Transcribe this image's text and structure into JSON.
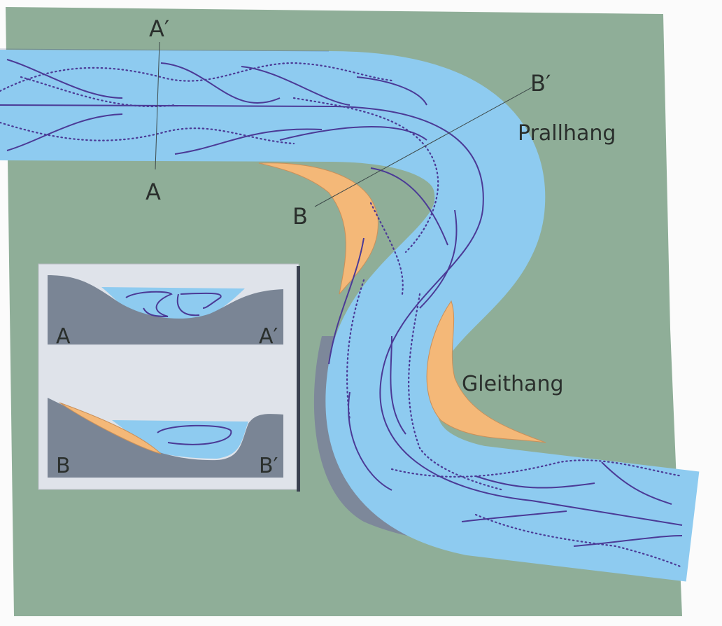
{
  "labels": {
    "section_a_start": "A",
    "section_a_end": "A′",
    "section_b_start": "B",
    "section_b_end": "B′",
    "cut_bank": "Prallhang",
    "slip_off_slope": "Gleithang"
  },
  "inset": {
    "top_left": "A",
    "top_right": "A′",
    "bottom_left": "B",
    "bottom_right": "B′"
  },
  "colors": {
    "land": "#8fae98",
    "water": "#8ecbf0",
    "cut_bank": "#7d889a",
    "sand": "#f4b878",
    "flow_lines": "#4b3a96",
    "inset_background": "#dfe3ea"
  }
}
